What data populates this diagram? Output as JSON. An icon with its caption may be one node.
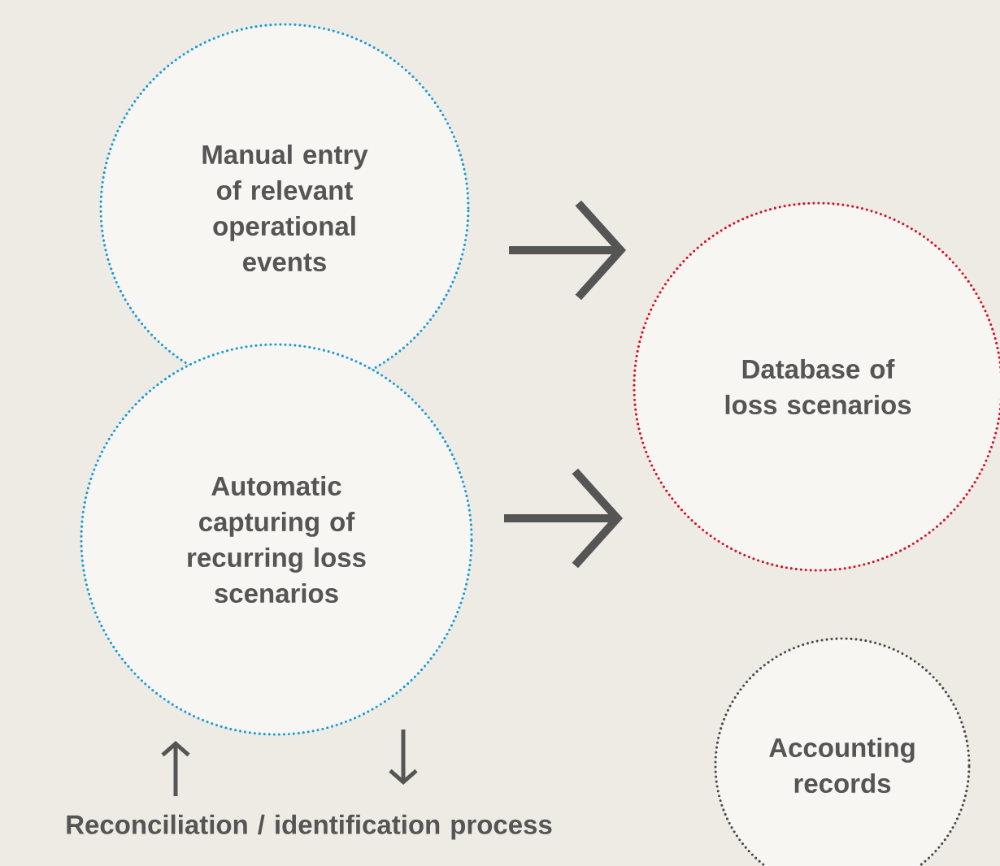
{
  "diagram": {
    "nodes": [
      {
        "text": [
          "Manual entry of relevant operational events"
        ]
      },
      {
        "text": [
          "Automatic capturing of recurring loss scenarios"
        ]
      },
      {
        "text": [
          "Database of loss scenarios"
        ]
      },
      {
        "text": [
          "Accounting records"
        ]
      },
      {
        "text": [
          "Reconciliation / identification process"
        ]
      }
    ],
    "edges": [
      {
        "from": 0,
        "to": 2,
        "arrow": "to",
        "style": "thick"
      },
      {
        "from": 1,
        "to": 2,
        "arrow": "to",
        "style": "thick"
      },
      {
        "from": 4,
        "to": 1,
        "arrow": "to"
      },
      {
        "from": 1,
        "to": 4,
        "arrow": "to"
      }
    ]
  }
}
